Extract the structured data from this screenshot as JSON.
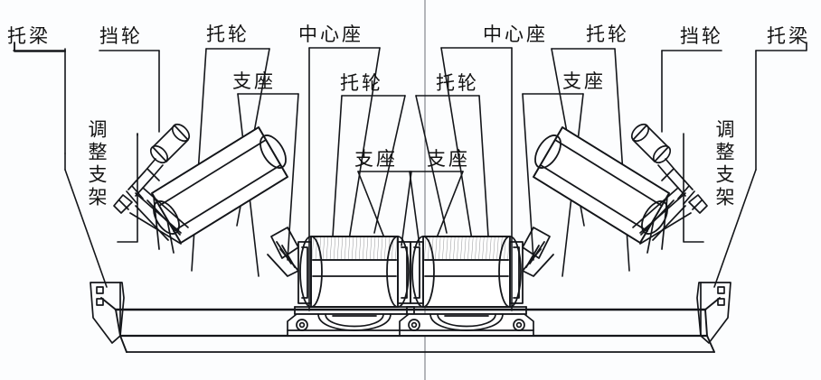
{
  "figure": {
    "kind": "hand-drawn-engineering-sketch",
    "subject": "belt-conveyor-trough-idler-assembly",
    "symmetry": "mirrored-about-vertical-centerline",
    "background_color": "#fcfdfe",
    "ink_color": "#14161a"
  },
  "labels": {
    "left": {
      "support_beam": "托梁",
      "guide_wheel": "挡轮",
      "idler_roller_outer": "托轮",
      "center_seat": "中心座",
      "bearing_seat_outer": "支座",
      "idler_roller_inner": "托轮",
      "bearing_seat_inner": "支座",
      "adjusting_bracket": "调整支架"
    },
    "right": {
      "center_seat": "中心座",
      "idler_roller_outer": "托轮",
      "guide_wheel": "挡轮",
      "support_beam": "托梁",
      "idler_roller_inner": "托轮",
      "bearing_seat_inner": "支座",
      "bearing_seat_outer": "支座",
      "adjusting_bracket": "调整支架"
    }
  },
  "parts_legend": [
    {
      "name": "托梁",
      "role": "support-beam"
    },
    {
      "name": "挡轮",
      "role": "guide-wheel"
    },
    {
      "name": "托轮",
      "role": "idler-roller"
    },
    {
      "name": "中心座",
      "role": "center-seat"
    },
    {
      "name": "支座",
      "role": "bearing-seat"
    },
    {
      "name": "调整支架",
      "role": "adjusting-bracket"
    }
  ]
}
